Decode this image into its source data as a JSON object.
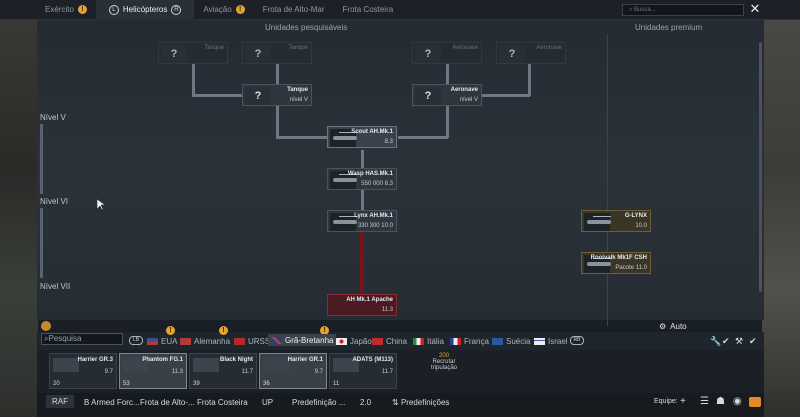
{
  "top_tabs": [
    {
      "label": "Exército",
      "warn": true
    },
    {
      "label": "Helicópteros",
      "active": true
    },
    {
      "label": "Aviação",
      "warn": true
    },
    {
      "label": "Frota de Alto-Mar"
    },
    {
      "label": "Frota Costeira"
    }
  ],
  "search": {
    "top_placeholder": "Busca...",
    "bottom_placeholder": "Pesquisa"
  },
  "headers": {
    "researchable": "Unidades pesquisáveis",
    "premium": "Unidades premium"
  },
  "ranks": [
    "Nível V",
    "Nível VI",
    "Nível VII"
  ],
  "tree": {
    "ghost1": {
      "name": "Tanque"
    },
    "ghost2": {
      "name": "Tanque"
    },
    "ghost3": {
      "name": "Aeronave"
    },
    "ghost4": {
      "name": "Aeronave"
    },
    "tank_req": {
      "name": "Tanque",
      "info": "nível V"
    },
    "air_req": {
      "name": "Aeronave",
      "info": "nível V"
    },
    "scout": {
      "name": "Scout AH.Mk.1",
      "info": "8.3"
    },
    "wasp": {
      "name": "Wasp HAS.Mk.1",
      "info": "550 000 8.3"
    },
    "lynx": {
      "name": "Lynx AH.Mk.1",
      "info": "330 300 10.0"
    },
    "apache": {
      "name": "AH Mk.1 Apache",
      "info": "11.3"
    },
    "glynx": {
      "name": "G-LYNX",
      "info": "10.0"
    },
    "rooivalk": {
      "name": "Rooivalk Mk1F CSH",
      "info": "Pacote 11.0"
    }
  },
  "nations": [
    "EUA",
    "Alemanha",
    "URSS",
    "Grã-Bretanha",
    "Japão",
    "China",
    "Itália",
    "França",
    "Suécia",
    "Israel"
  ],
  "rank_badges": [
    "LB",
    "RB"
  ],
  "auto_label": "Auto",
  "slots": [
    {
      "name": "Harrier GR.3",
      "br": "9.7",
      "crew": "20"
    },
    {
      "name": "Phantom FG.1",
      "br": "11.3",
      "crew": "53"
    },
    {
      "name": "Black Night",
      "br": "11.7",
      "crew": "39"
    },
    {
      "name": "Harrier GR.1",
      "br": "9.7",
      "crew": "36"
    },
    {
      "name": "ADATS (M113)",
      "br": "11.7",
      "crew": "11"
    }
  ],
  "recruit": {
    "cost": "200",
    "label": "Recrutar tripulação"
  },
  "bottom_bar": [
    "RAF",
    "B Armed Forc...",
    "Frota de Alto-...",
    "Frota Costeira",
    "UP",
    "Predefinição ...",
    "2.0",
    "Predefinições"
  ],
  "equip_label": "Equipe:",
  "colors": {
    "elite": "#7a1218",
    "warn": "#e8a32a",
    "mail": "#e58a27"
  }
}
